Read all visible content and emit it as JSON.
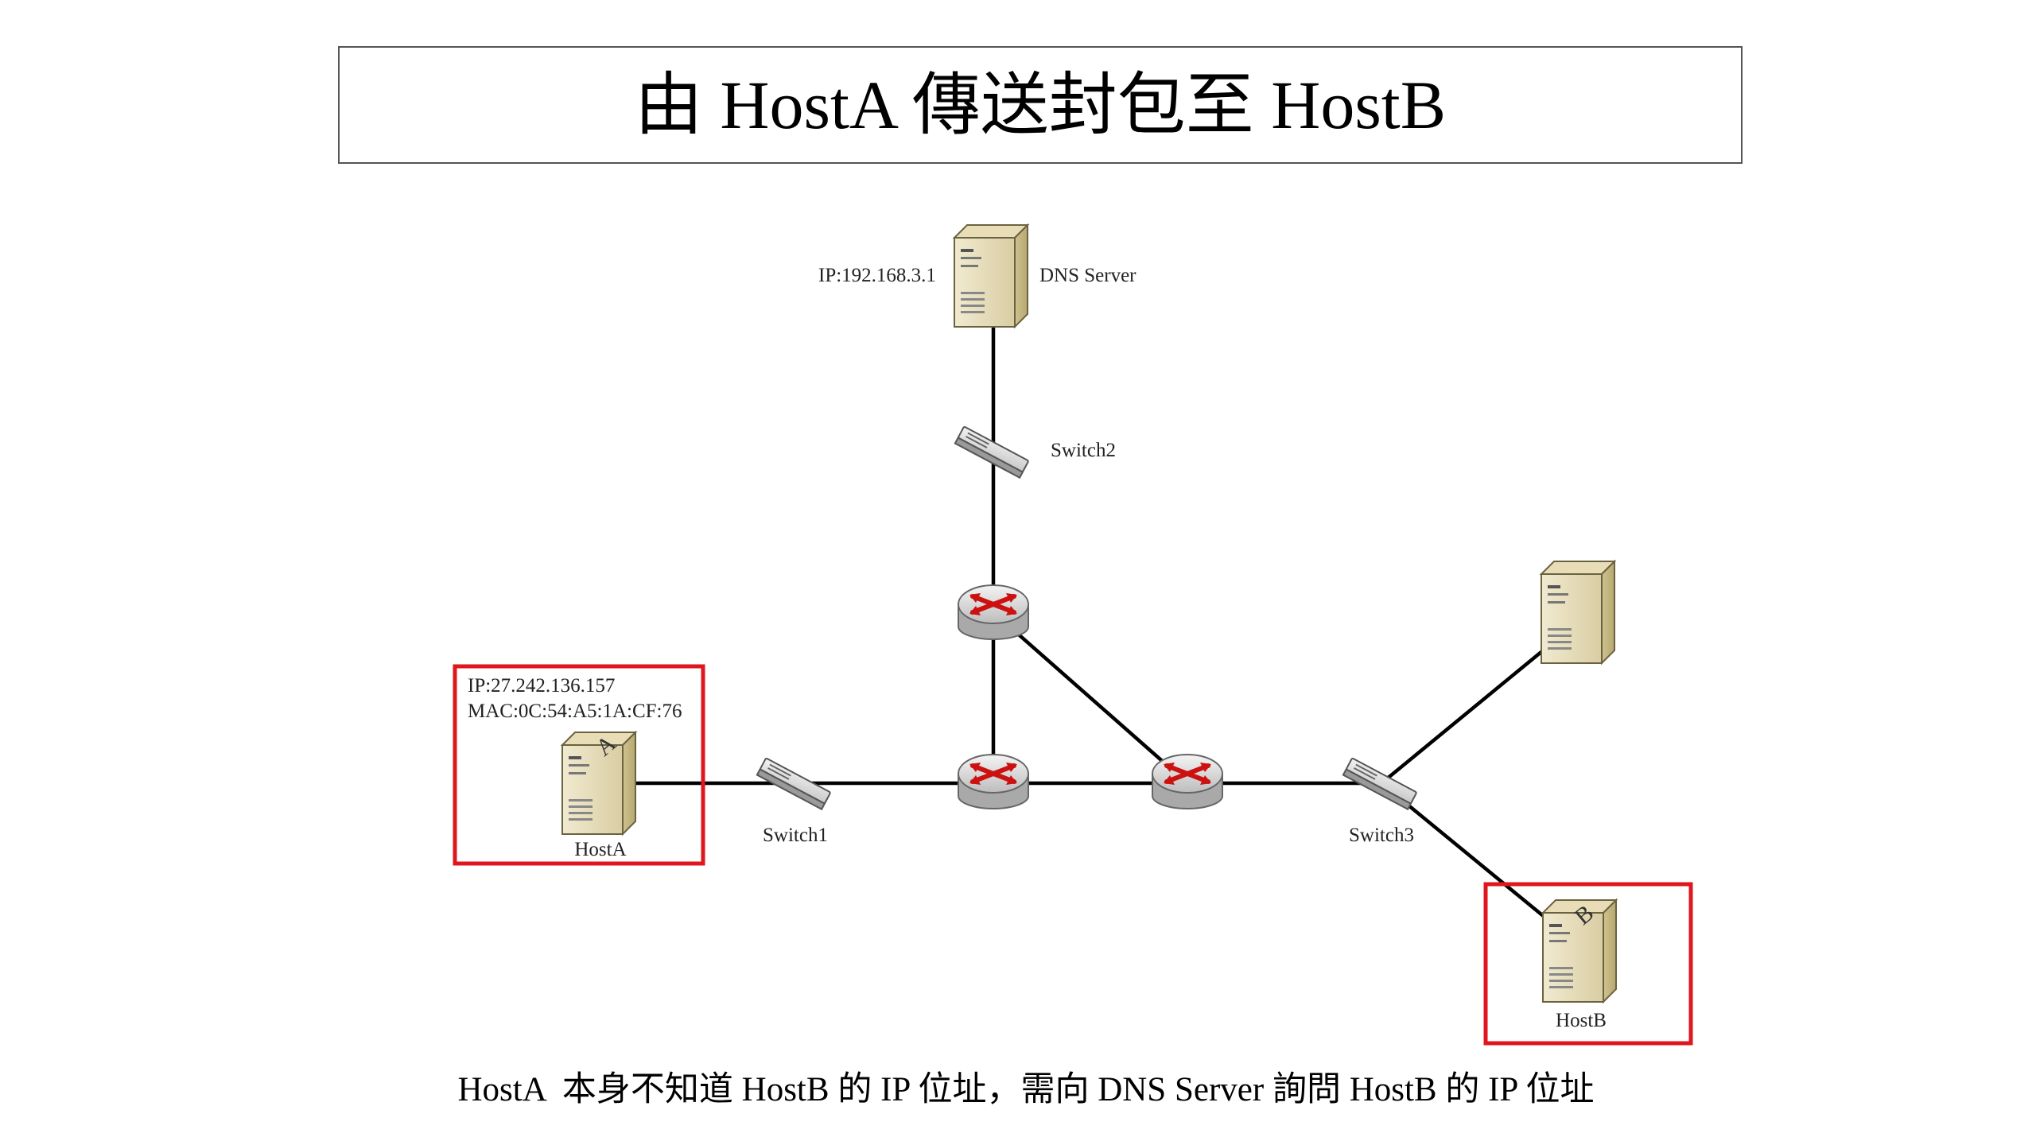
{
  "title": "由 HostA 傳送封包至 HostB",
  "caption": "HostA  本身不知道 HostB 的 IP 位址，需向 DNS Server 詢問 HostB 的 IP 位址",
  "nodes": {
    "dns_server": {
      "label": "DNS Server",
      "ip": "IP:192.168.3.1"
    },
    "switch1": {
      "label": "Switch1"
    },
    "switch2": {
      "label": "Switch2"
    },
    "switch3": {
      "label": "Switch3"
    },
    "host_a": {
      "label": "HostA",
      "letter": "A",
      "ip": "IP:27.242.136.157",
      "mac": "MAC:0C:54:A5:1A:CF:76"
    },
    "host_b": {
      "label": "HostB",
      "letter": "B"
    }
  },
  "colors": {
    "highlight": "#e0161e",
    "router_arrow": "#cc1111",
    "server_body": "#e6dcb8",
    "link": "#000000"
  },
  "icons": {
    "server": "server-tower-icon",
    "switch": "network-switch-icon",
    "router": "router-icon"
  }
}
